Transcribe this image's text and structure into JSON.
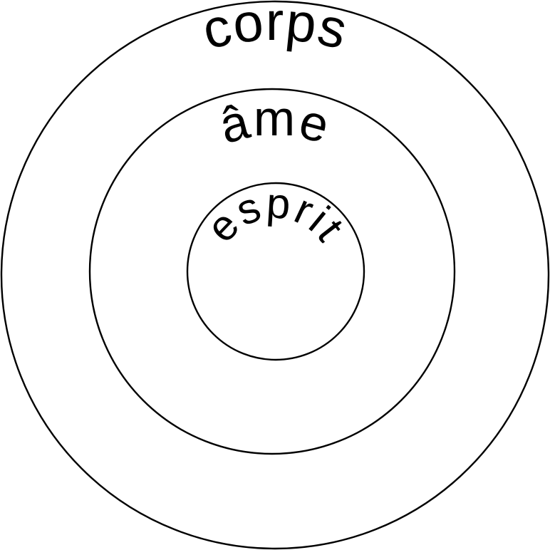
{
  "diagram": {
    "labels": {
      "outer": "corps",
      "middle": "âme",
      "inner": "esprit"
    },
    "colors": {
      "background": "#ffffff",
      "stroke": "#000000",
      "text": "#000000"
    }
  }
}
